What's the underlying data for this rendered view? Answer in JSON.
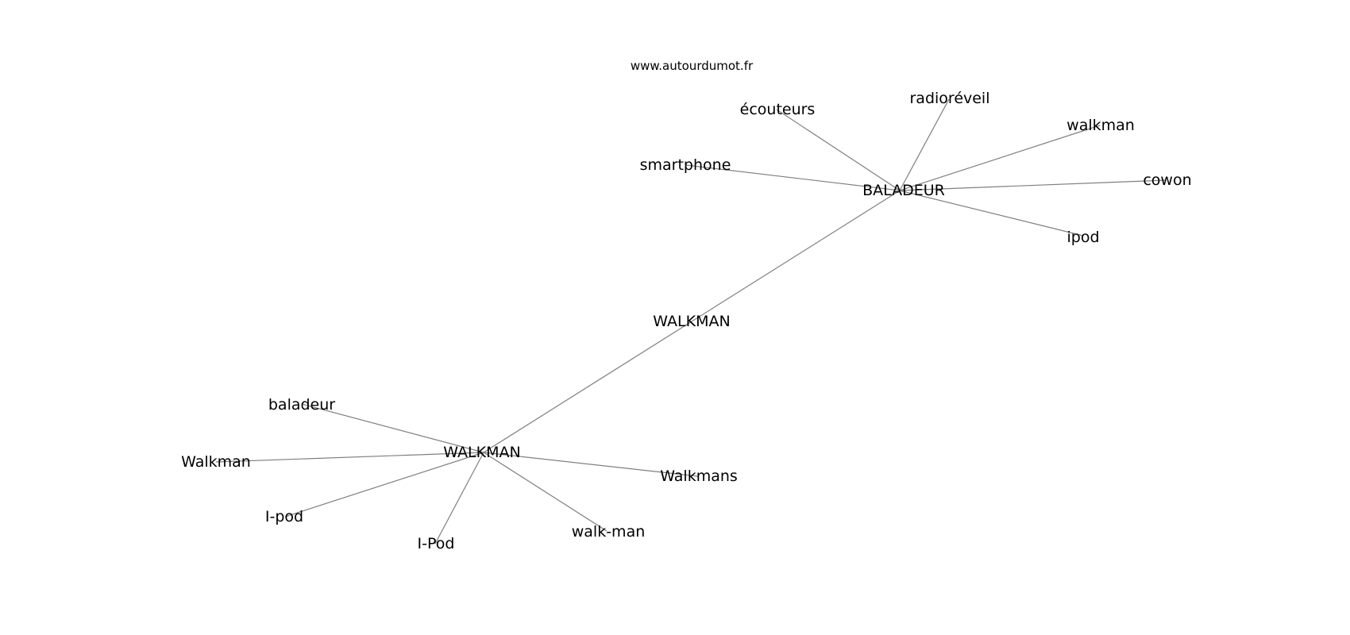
{
  "watermark": "www.autourdumot.fr",
  "graph": {
    "center_label": "WALKMAN",
    "hubs": [
      {
        "label": "BALADEUR",
        "neighbors": [
          "écouteurs",
          "radioréveil",
          "walkman",
          "smartphone",
          "cowon",
          "ipod"
        ]
      },
      {
        "label": "WALKMAN",
        "neighbors": [
          "baladeur",
          "Walkman",
          "Walkmans",
          "I-pod",
          "I-Pod",
          "walk-man"
        ]
      }
    ]
  },
  "colors": {
    "edge": "#808080",
    "text": "#000000",
    "background": "#ffffff"
  }
}
